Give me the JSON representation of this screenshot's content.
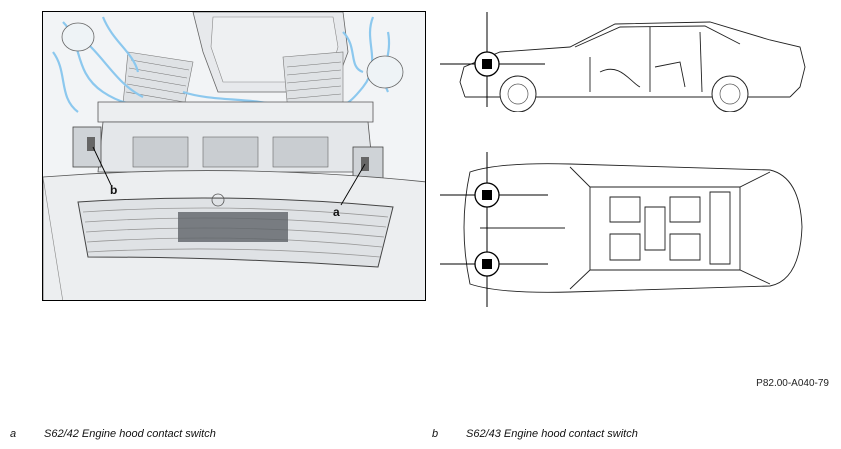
{
  "callouts": {
    "a": "a",
    "b": "b"
  },
  "doc_id": "P82.00-A040-79",
  "legend": [
    {
      "key": "a",
      "text": "S62/42 Engine hood contact switch"
    },
    {
      "key": "b",
      "text": "S62/43 Engine hood contact switch"
    }
  ],
  "colors": {
    "outline": "#000000",
    "wiring": "#8cc8ee",
    "body": "#d9dde1",
    "marker": "#000000"
  }
}
